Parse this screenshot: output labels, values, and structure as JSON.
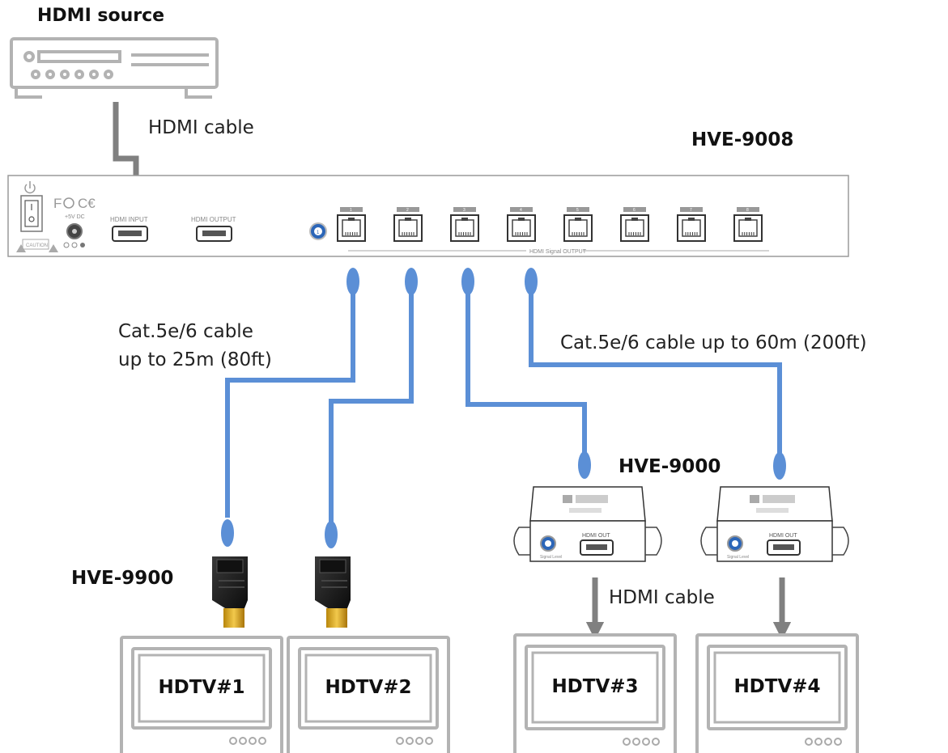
{
  "labels": {
    "hdmi_source": "HDMI source",
    "hdmi_cable_top": "HDMI cable",
    "hve9008": "HVE-9008",
    "cat_short_line1": "Cat.5e/6 cable",
    "cat_short_line2": "up to 25m (80ft)",
    "cat_long": "Cat.5e/6 cable up to 60m (200ft)",
    "hve9000": "HVE-9000",
    "hve9900": "HVE-9900",
    "hdmi_cable_bottom": "HDMI cable"
  },
  "device_panel": {
    "hdmi_input": "HDMI INPUT",
    "hdmi_output": "HDMI OUTPUT",
    "power_input": "+5V DC",
    "caution": "CAUTION",
    "signal_output": "HDMI Signal OUTPUT",
    "port_numbers": [
      "1",
      "2",
      "3",
      "4",
      "5",
      "6",
      "7",
      "8"
    ]
  },
  "receiver": {
    "hdmi_out": "HDMI OUT",
    "signal_level": "Signal Level"
  },
  "tvs": [
    "HDTV#1",
    "HDTV#2",
    "HDTV#3",
    "HDTV#4"
  ],
  "colors": {
    "cat_cable": "#5b8fd6",
    "hdmi_cable": "#808080",
    "outline": "#b3b3b3",
    "text": "#111111"
  }
}
